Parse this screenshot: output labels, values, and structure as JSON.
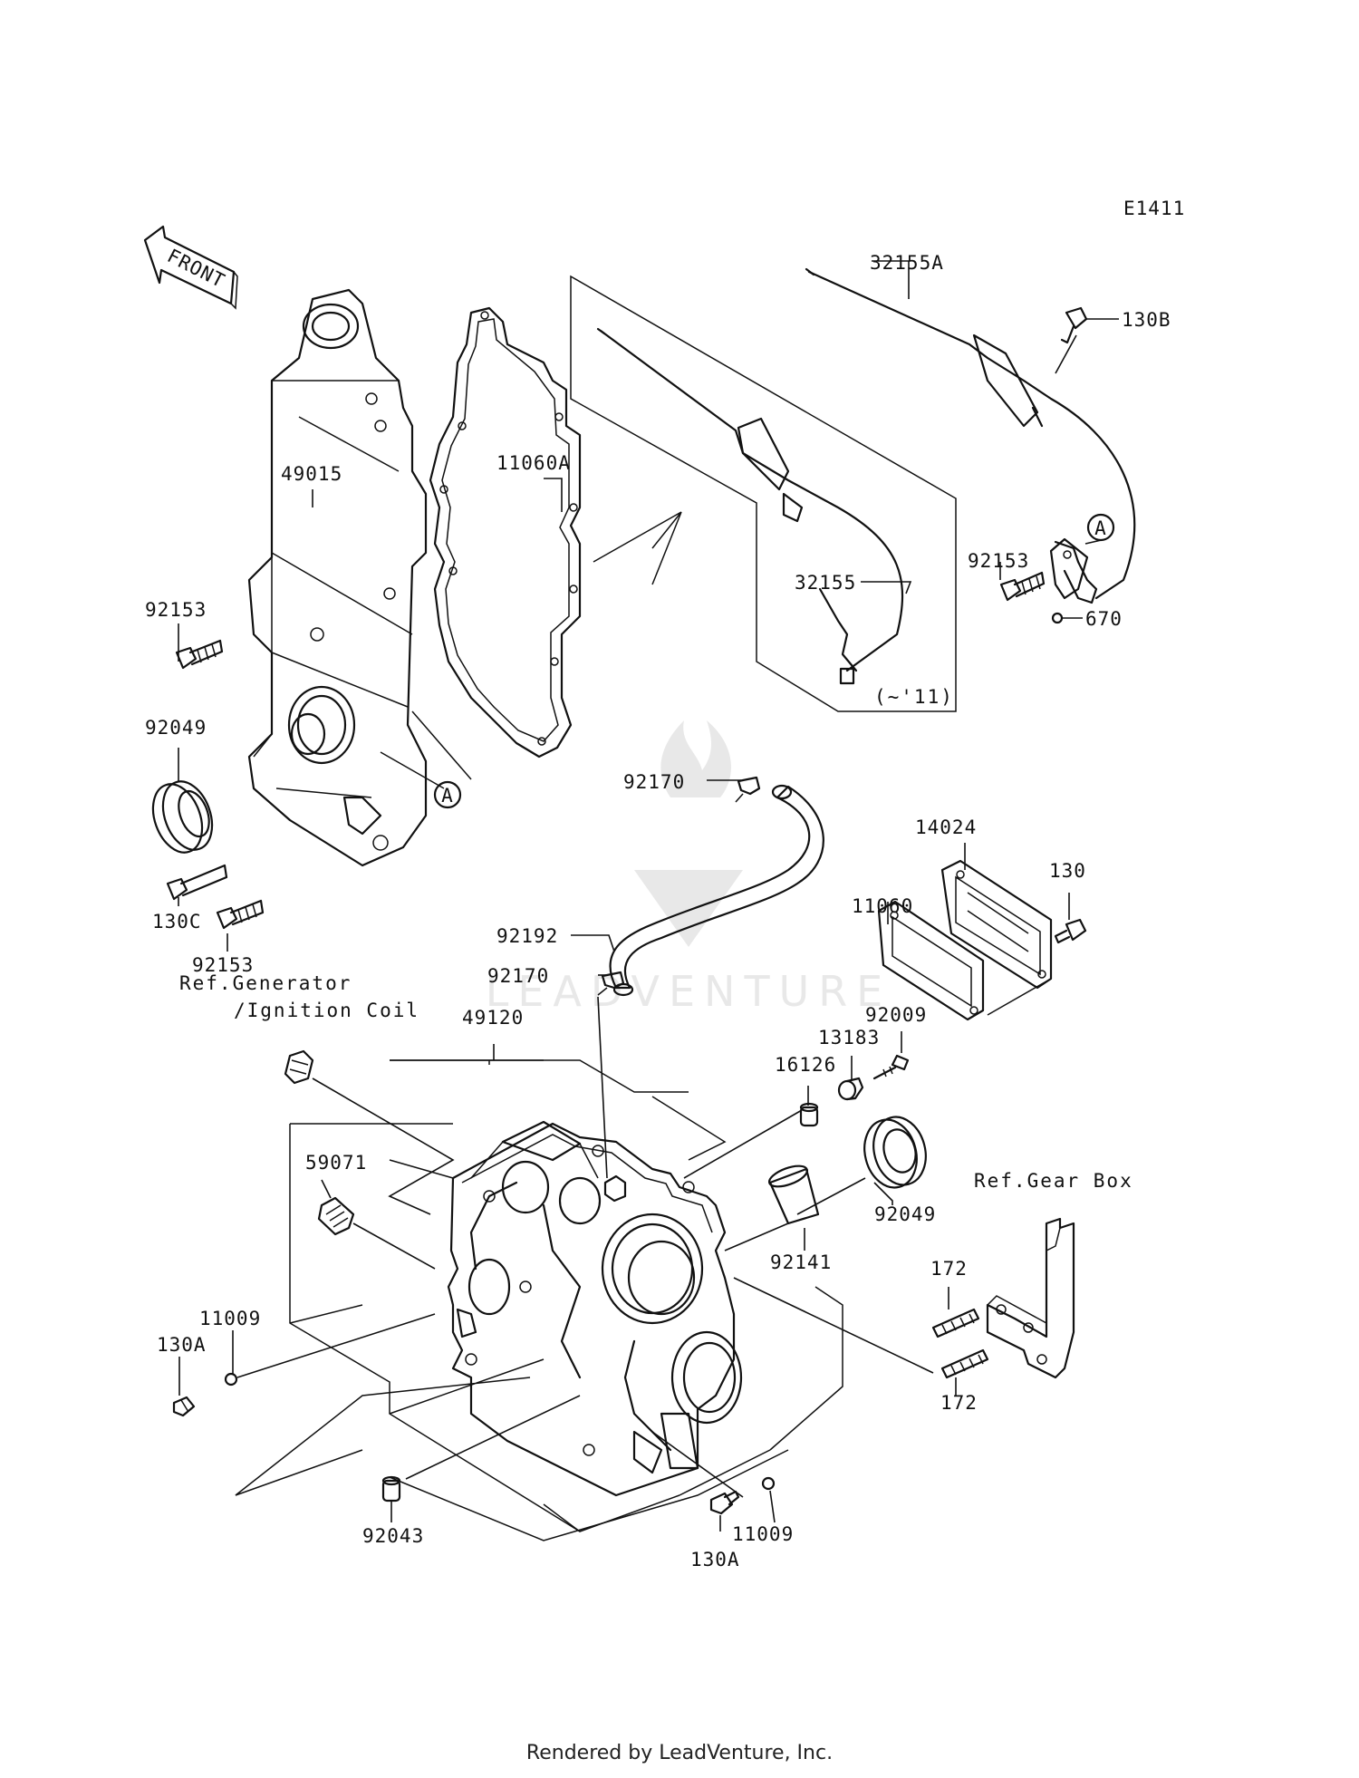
{
  "diagram_code": "E1411",
  "front_label": "FRONT",
  "watermark": "LEADVENTURE",
  "footer": "Rendered by LeadVenture, Inc.",
  "references": {
    "generator_line1": "Ref.Generator",
    "generator_line2": "/Ignition Coil",
    "gear_box": "Ref.Gear Box",
    "year_note": "(~'11)",
    "callout_a": "A"
  },
  "parts": {
    "p32155A": "32155A",
    "p130B": "130B",
    "p49015": "49015",
    "p11060A": "11060A",
    "p92153_top_right": "92153",
    "p32155": "32155",
    "p670": "670",
    "p92153_left": "92153",
    "p92049_left": "92049",
    "p130C": "130C",
    "p92153_bottom": "92153",
    "p92170_top": "92170",
    "p14024": "14024",
    "p11060": "11060",
    "p130": "130",
    "p92192": "92192",
    "p92170_mid": "92170",
    "p49120": "49120",
    "p92009": "92009",
    "p13183": "13183",
    "p16126": "16126",
    "p59071": "59071",
    "p92049_right": "92049",
    "p92141": "92141",
    "p172_top": "172",
    "p172_bottom": "172",
    "p11009_left": "11009",
    "p130A_left": "130A",
    "p92043": "92043",
    "p11009_bottom": "11009",
    "p130A_bottom": "130A"
  }
}
